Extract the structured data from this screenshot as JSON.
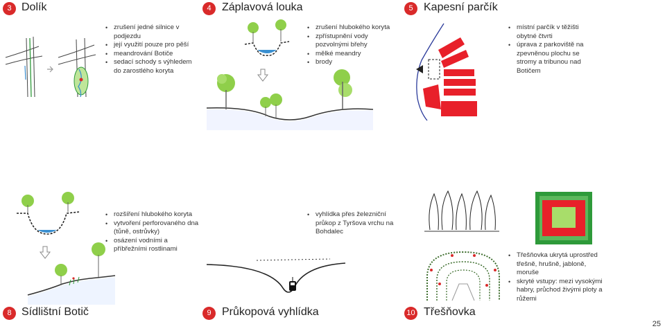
{
  "sections": [
    {
      "number": "3",
      "title": "Dolík",
      "bullets": [
        "zrušení jedné silnice v podjezdu",
        "její využití pouze pro pěší",
        "meandrování Botiče",
        "sedací schody s výhledem do zarostlého koryta"
      ]
    },
    {
      "number": "4",
      "title": "Záplavová louka",
      "bullets": [
        "zrušení hlubokého koryta",
        "zpřístupnění vody pozvolnými břehy",
        "mělké meandry",
        "brody"
      ]
    },
    {
      "number": "5",
      "title": "Kapesní parčík",
      "bullets": [
        "místní parčík v těžišti obytné čtvrti",
        "úprava z parkoviště na zpevněnou plochu se stromy a tribunou nad Botičem"
      ]
    },
    {
      "number": "8",
      "title": "Sídlištní Botič",
      "bullets": [
        "rozšíření hlubokého koryta",
        "vytvoření perforovaného dna (tůně, ostrůvky)",
        "osázení vodními a příbřežními rostlinami"
      ]
    },
    {
      "number": "9",
      "title": "Průkopová vyhlídka",
      "bullets": [
        "vyhlídka přes železniční průkop z Tyršova vrchu na Bohdalec"
      ]
    },
    {
      "number": "10",
      "title": "Třešňovka",
      "bullets": [
        "Třešňovka ukrytá uprostřed třešně, hrušně, jabloně, moruše",
        "skryté vstupy: mezi vysokými habry, průchod živými ploty a růžemi"
      ]
    }
  ],
  "page_number": "25",
  "colors": {
    "accent": "#d92a2a",
    "tree_green": "#8fcf4a",
    "water": "#3a8fd0",
    "building_red": "#e8202a",
    "hedge_green": "#2e9a3a"
  }
}
